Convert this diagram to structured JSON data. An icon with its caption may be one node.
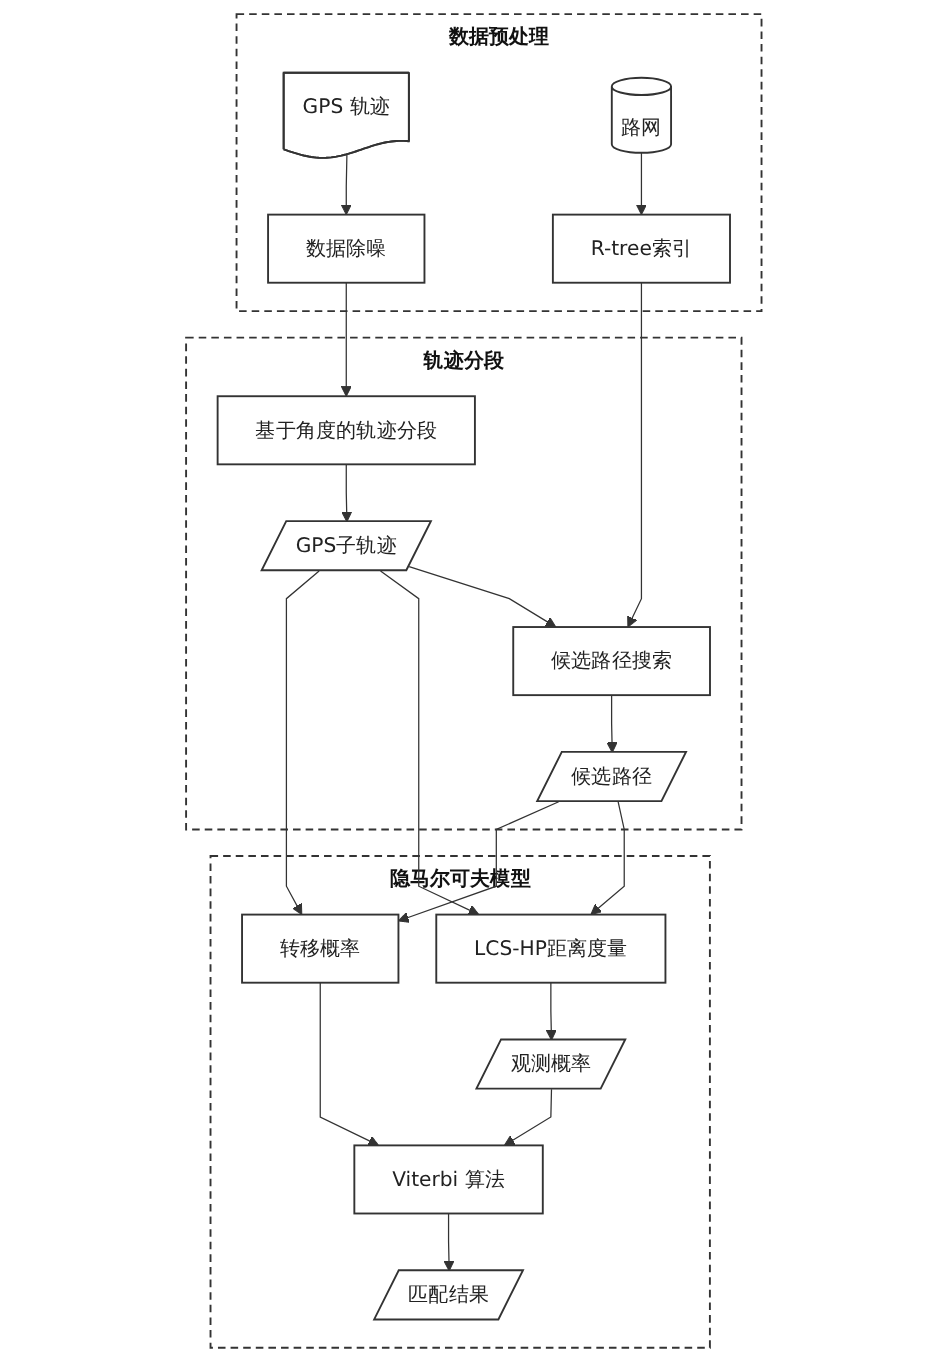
{
  "diagram": {
    "nodes": [
      {
        "text": [
          "数据预处理"
        ]
      },
      {
        "text": [
          "GPS 轨迹"
        ],
        "in": 0
      },
      {
        "text": [
          "路网"
        ],
        "in": 0
      },
      {
        "text": [
          "数据除噪"
        ],
        "in": 0
      },
      {
        "text": [
          "R-tree索引"
        ],
        "in": 0
      },
      {
        "text": [
          "轨迹分段"
        ]
      },
      {
        "text": [
          "基于角度的轨迹分段"
        ],
        "in": 5
      },
      {
        "text": [
          "候选路径搜索"
        ],
        "in": 5
      },
      {
        "text": [
          "GPS子轨迹"
        ],
        "in": 5
      },
      {
        "text": [
          "候选路径"
        ],
        "in": 5
      },
      {
        "text": [
          "隐马尔可夫模型"
        ]
      },
      {
        "text": [
          "LCS-HP距离度量"
        ],
        "in": 10
      },
      {
        "text": [
          "转移概率"
        ],
        "in": 10
      },
      {
        "text": [
          "观测概率"
        ],
        "in": 10
      },
      {
        "text": [
          "Viterbi 算法"
        ],
        "in": 10
      },
      {
        "text": [
          "匹配结果"
        ],
        "in": 10
      }
    ],
    "edges": [
      {
        "from": 1,
        "to": 3,
        "arrow": "to"
      },
      {
        "from": 2,
        "to": 4,
        "arrow": "to"
      },
      {
        "from": 3,
        "to": 6,
        "arrow": "to"
      },
      {
        "from": 4,
        "to": 7,
        "arrow": "to"
      },
      {
        "from": 6,
        "to": 8,
        "arrow": "to"
      },
      {
        "from": 8,
        "to": 7,
        "arrow": "to"
      },
      {
        "from": 7,
        "to": 9,
        "arrow": "to"
      },
      {
        "from": 8,
        "to": 11,
        "arrow": "to"
      },
      {
        "from": 8,
        "to": 12,
        "arrow": "to"
      },
      {
        "from": 9,
        "to": 11,
        "arrow": "to"
      },
      {
        "from": 9,
        "to": 12,
        "arrow": "to"
      },
      {
        "from": 11,
        "to": 13,
        "arrow": "to"
      },
      {
        "from": 13,
        "to": 14,
        "arrow": "to"
      },
      {
        "from": 12,
        "to": 14,
        "arrow": "to"
      },
      {
        "from": 14,
        "to": 15,
        "arrow": "to"
      }
    ]
  }
}
